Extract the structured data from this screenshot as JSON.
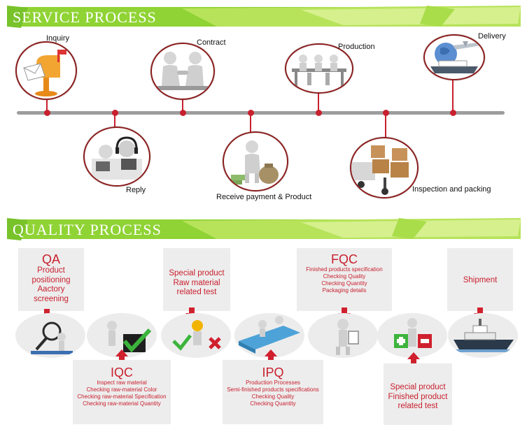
{
  "service": {
    "title": "SERVICE PROCESS",
    "steps": [
      {
        "label": "Inquiry",
        "icon": "mailbox-icon"
      },
      {
        "label": "Reply",
        "icon": "headset-operators-icon"
      },
      {
        "label": "Contract",
        "icon": "handshake-icon"
      },
      {
        "label": "Receive payment & Product",
        "icon": "money-bag-icon"
      },
      {
        "label": "Production",
        "icon": "factory-workers-icon"
      },
      {
        "label": "Inspection and packing",
        "icon": "hand-truck-boxes-icon"
      },
      {
        "label": "Delivery",
        "icon": "airplane-ship-icon"
      }
    ]
  },
  "quality": {
    "title": "QUALITY PROCESS",
    "qa": {
      "heading": "QA",
      "lines": [
        "Product",
        "positioning",
        "Aactory",
        "screening"
      ]
    },
    "iqc": {
      "heading": "IQC",
      "lines": [
        "Inspect raw material",
        "Checking raw-material Color",
        "Checking raw-material Specification",
        "Checking raw-material Quantity"
      ]
    },
    "raw_test": {
      "lines": [
        "Special product",
        "Raw material",
        "related test"
      ]
    },
    "ipq": {
      "heading": "IPQ",
      "lines": [
        "Production Processes",
        "Semi-finished products specifications",
        "Checking Quality",
        "Checking Quantity"
      ]
    },
    "fqc": {
      "heading": "FQC",
      "lines": [
        "Finished products specification",
        "Checking Quality",
        "Checking Quantity",
        "Packaging details"
      ]
    },
    "product_test": {
      "lines": [
        "Special product",
        "Finished product",
        "related test"
      ]
    },
    "shipment": {
      "label": "Shipment"
    }
  },
  "colors": {
    "banner_green": "#8fd334",
    "accent_red": "#c8202e",
    "timeline_gray": "#9d9d9d",
    "box_gray": "#ededed"
  }
}
